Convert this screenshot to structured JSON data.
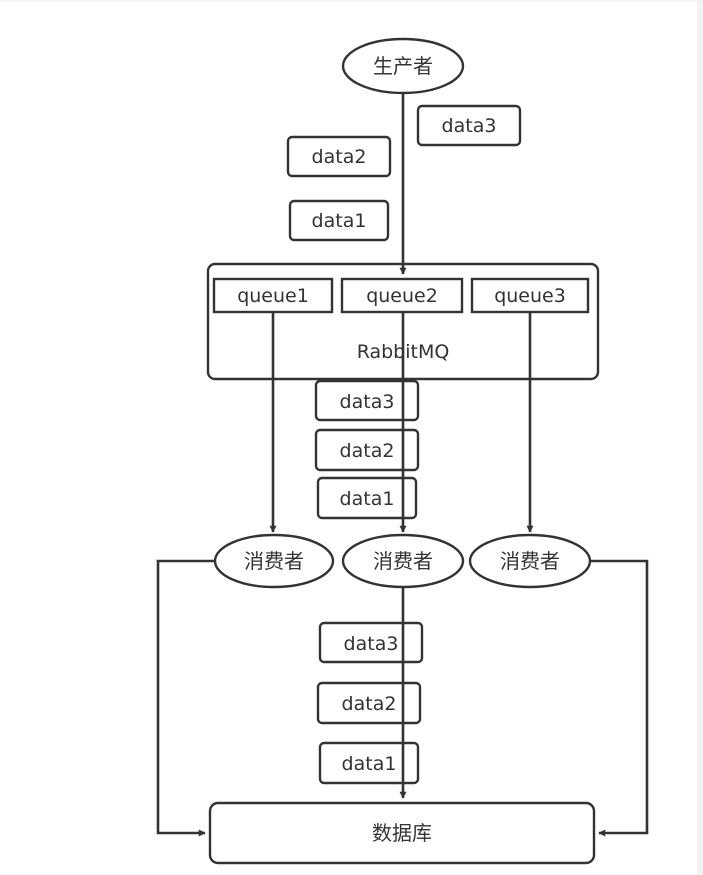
{
  "nodes": {
    "producer": "生产者",
    "rabbitmq": "RabbitMQ",
    "queues": [
      "queue1",
      "queue2",
      "queue3"
    ],
    "consumers": [
      "消费者",
      "消费者",
      "消费者"
    ],
    "database": "数据库"
  },
  "messages": {
    "incoming": [
      "data3",
      "data2",
      "data1"
    ],
    "from_queue2": [
      "data3",
      "data2",
      "data1"
    ],
    "to_database": [
      "data3",
      "data2",
      "data1"
    ]
  }
}
